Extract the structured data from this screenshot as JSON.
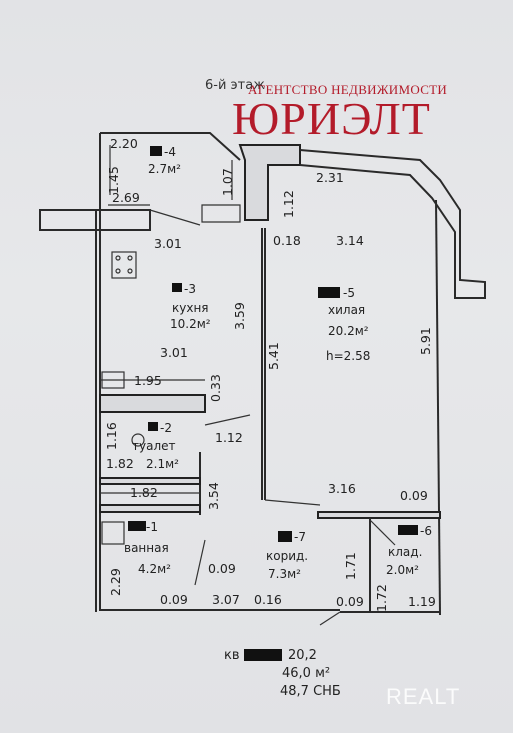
{
  "header": {
    "floor": "6-й этаж",
    "agency_caption": "АГЕНТСТВО НЕДВИЖИМОСТИ",
    "agency_name": "ЮРИЭЛТ"
  },
  "rooms": {
    "toilet_small": {
      "num": "4",
      "area": "2.7м²"
    },
    "kitchen": {
      "num": "3",
      "name": "кухня",
      "area": "10.2м²"
    },
    "living": {
      "num": "5",
      "name": "хилая",
      "area": "20.2м²",
      "height": "h=2.58"
    },
    "wc": {
      "num": "2",
      "name": "туалет",
      "area": "2.1м²"
    },
    "bath": {
      "num": "1",
      "name": "ванная",
      "area": "4.2м²"
    },
    "corridor": {
      "num": "7",
      "name": "корид.",
      "area": "7.3м²"
    },
    "storage": {
      "num": "6",
      "name": "клад.",
      "area": "2.0м²"
    }
  },
  "dimensions": {
    "d_2_20": "2.20",
    "d_1_45": "1.45",
    "d_2_69": "2.69",
    "d_1_07": "1.07",
    "d_1_12_top": "1.12",
    "d_2_31": "2.31",
    "d_3_01_top": "3.01",
    "d_0_18": "0.18",
    "d_3_14": "3.14",
    "d_3_59": "3.59",
    "d_5_41": "5.41",
    "d_5_91": "5.91",
    "d_3_01_mid": "3.01",
    "d_1_95": "1.95",
    "d_0_33": "0.33",
    "d_1_12_mid": "1.12",
    "d_1_16": "1.16",
    "d_1_82_a": "1.82",
    "d_1_82_b": "1.82",
    "d_3_54": "3.54",
    "d_3_16": "3.16",
    "d_0_09_a": "0.09",
    "d_2_29": "2.29",
    "d_0_09_b": "0.09",
    "d_1_71": "1.71",
    "d_0_09_c": "0.09",
    "d_3_07": "3.07",
    "d_0_16": "0.16",
    "d_0_09_d": "0.09",
    "d_1_72": "1.72",
    "d_1_19": "1.19"
  },
  "summary": {
    "apt_prefix": "кв",
    "living_area": "20,2",
    "total_area": "46,0 м²",
    "total_snb": "48,7 СНБ"
  },
  "watermark": "REALT"
}
